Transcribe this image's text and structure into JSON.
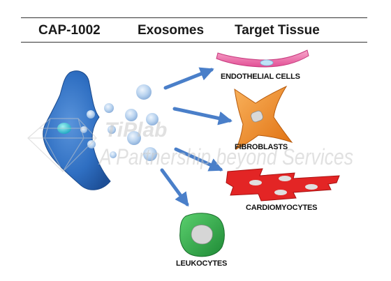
{
  "header": {
    "col1": "CAP-1002",
    "col2": "Exosomes",
    "col3": "Target Tissue"
  },
  "targets": {
    "endothelial": "ENDOTHELIAL CELLS",
    "fibroblasts": "FIBROBLASTS",
    "cardiomyocytes": "CARDIOMYOCYTES",
    "leukocytes": "LEUKOCYTES"
  },
  "watermark": {
    "brand": "TiPlab",
    "tagline": "A Partnership beyond Services"
  },
  "colors": {
    "source_cell": "#2f6fc2",
    "exosome": "#b9d3ef",
    "arrow": "#4a7fc9",
    "endothelial": "#f06aa8",
    "fibroblast": "#f28a28",
    "cardiomyocyte": "#e32525",
    "leukocyte": "#2fa84a"
  }
}
